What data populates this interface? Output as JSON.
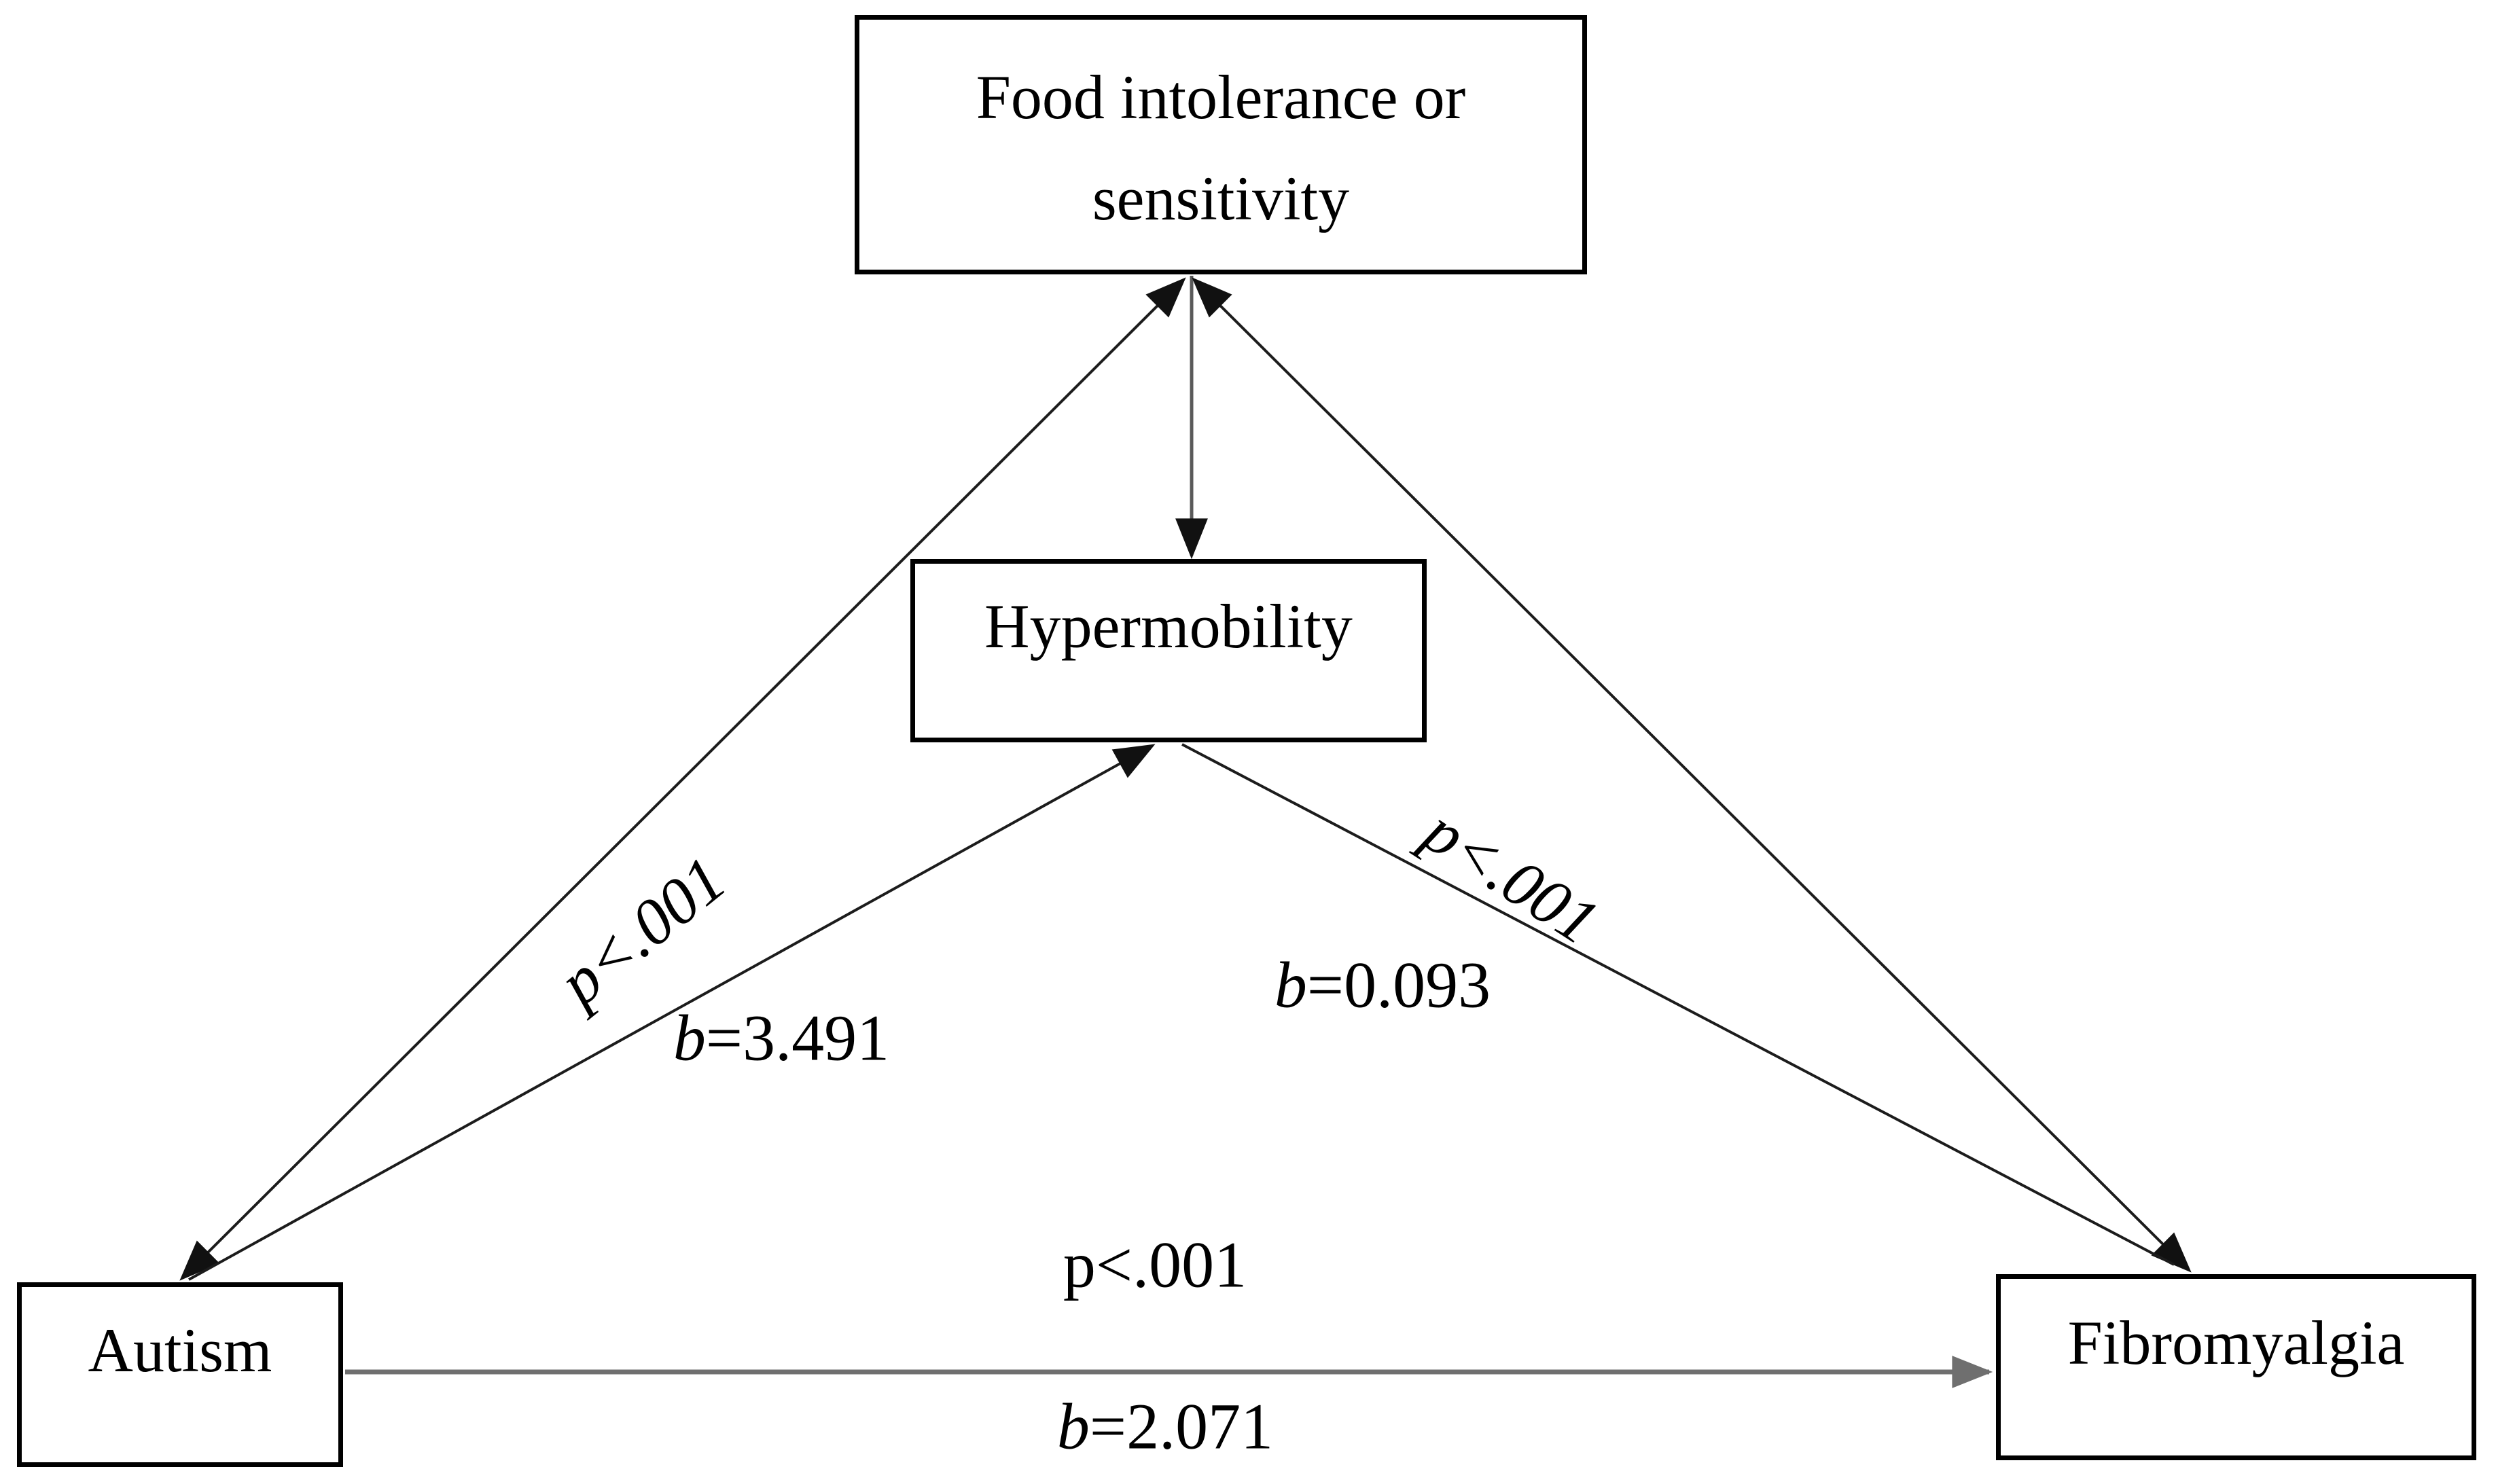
{
  "figure": {
    "type": "path-diagram",
    "background": "#ffffff",
    "colors": {
      "box_border": "#000000",
      "black_line": "#1c1c1c",
      "gray_line": "#6f6f6f",
      "text": "#000000"
    },
    "nodes": {
      "food": "Food intolerance or sensitivity",
      "hypermobility": "Hypermobility",
      "autism": "Autism",
      "fibromyalgia": "Fibromyalgia"
    },
    "edge_labels": {
      "food_autism_p": "p<.001",
      "autism_hyper_b_var": "b",
      "autism_hyper_b_rest": "=3.491",
      "hyper_fibro_b_var": "b",
      "hyper_fibro_b_rest": "=0.093",
      "food_fibro_p": "p<.001",
      "autism_fibro_p": "p<.001",
      "autism_fibro_b_var": "b",
      "autism_fibro_b_rest": "=2.071"
    },
    "edges": [
      {
        "from": "food",
        "to": "autism",
        "style": "double-headed black diagonal"
      },
      {
        "from": "food",
        "to": "hypermobility",
        "style": "gray vertical, arrow down"
      },
      {
        "from": "food",
        "to": "fibromyalgia",
        "style": "double-headed black diagonal"
      },
      {
        "from": "autism",
        "to": "hypermobility",
        "style": "black diagonal, arrow at hypermobility"
      },
      {
        "from": "hypermobility",
        "to": "fibromyalgia",
        "style": "black diagonal into fibromyalgia arrowhead"
      },
      {
        "from": "autism",
        "to": "fibromyalgia",
        "style": "gray horizontal, arrow right"
      }
    ]
  }
}
